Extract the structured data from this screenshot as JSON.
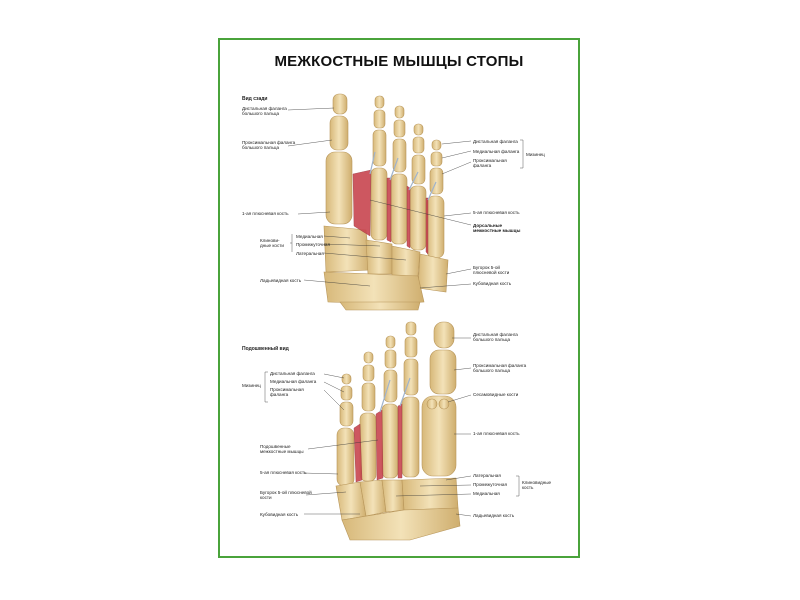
{
  "title": "МЕЖКОСТНЫЕ МЫШЦЫ СТОПЫ",
  "colors": {
    "frame": "#4aa33b",
    "bone": "#ecd6a1",
    "bone_shade": "#c9a768",
    "muscle": "#c8454f",
    "tendon": "#aebfd4"
  },
  "dorsal": {
    "view_label": "Вид сзади",
    "labels": {
      "distal_big": "Дистальная фаланга\nбольшого пальца",
      "proximal_big": "Проксимальная фаланга\nбольшого пальца",
      "metatarsal_1": "1-ая плюсневая кость",
      "cuneiform": "Клинови-\nдные кости",
      "medial": "Медиальная",
      "intermediate": "Промежуточная",
      "lateral": "Латеральная",
      "navicular": "Ладьевидная кость",
      "distal_phalanx": "Дистальная фаланга",
      "middle_phalanx": "Медиальная фаланга",
      "proximal_phalanx": "Проксимальная\nфаланга",
      "little_toe": "Мизинец",
      "metatarsal_5": "5-ая плюсневая кость",
      "dorsal_muscles": "Дорсальные\nмежкостные мышцы",
      "tuberosity_5": "Бугорок 5-ой\nплюсневой кости",
      "cuboid": "Кубовидная кость"
    }
  },
  "plantar": {
    "view_label": "Подошвенный вид",
    "labels": {
      "little_toe": "Мизинец",
      "distal_phalanx": "Дистальная фаланга",
      "middle_phalanx": "Медиальная фаланга",
      "proximal_phalanx": "Проксимальная\nфаланга",
      "plantar_muscles": "Подошвенные\nмежкостные мышцы",
      "metatarsal_5": "5-ая плюсневая кость",
      "tuberosity_5": "Бугорок 5-ой плюсневой\nкости",
      "cuboid": "Кубовидная кость",
      "distal_big": "Дистальная фаланга\nбольшого пальца",
      "proximal_big": "Проксимальная фаланга\nбольшого пальца",
      "sesamoid": "Сесамовидные кости",
      "metatarsal_1": "1-ая плюсневая кость",
      "lateral": "Латеральная",
      "intermediate": "Промежуточная",
      "medial": "Медиальная",
      "cuneiform": "Клиновидные\nкость",
      "navicular": "Ладьевидная кость"
    }
  }
}
